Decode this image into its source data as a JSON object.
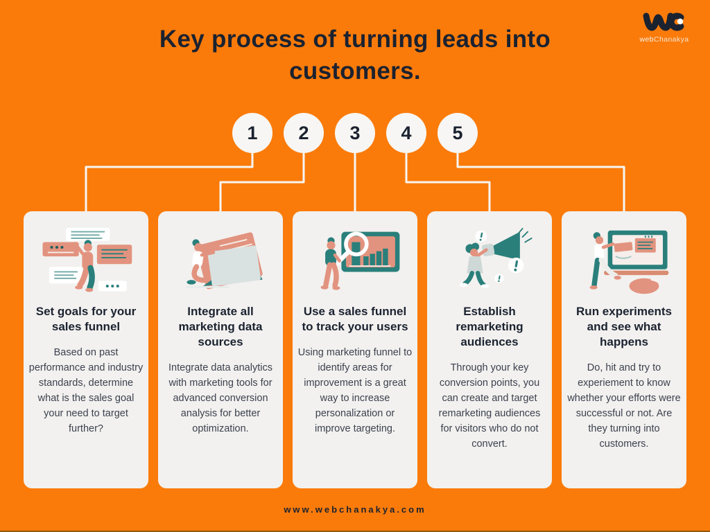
{
  "colors": {
    "background_orange": "#FA7B0A",
    "card_background": "#F2F1EF",
    "circle_background": "#F7F6F4",
    "connector_white": "#F7F6F4",
    "heading_navy": "#1B2230",
    "body_text": "#3C414E",
    "illustration_teal": "#2A7F7B",
    "illustration_salmon": "#E2937F",
    "illustration_panel": "#D9E2E1"
  },
  "header": {
    "title_line1": "Key process of turning leads into",
    "title_line2": "customers."
  },
  "logo": {
    "mark": "wc-squiggle-icon",
    "text_web": "web",
    "text_chanakya": "Chanakya"
  },
  "steps": [
    {
      "number": "1",
      "heading": "Set goals for your sales funnel",
      "body": "Based on past performance and industry standards, determine what is the sales goal your need to target further?",
      "illustration": "person-holding-chat-boxes"
    },
    {
      "number": "2",
      "heading": "Integrate all marketing data sources",
      "body": "Integrate data analytics with marketing tools for advanced conversion analysis for better optimization.",
      "illustration": "person-opening-envelope"
    },
    {
      "number": "3",
      "heading": "Use a sales funnel to track your users",
      "body": "Using marketing funnel to identify areas for improvement is a great way to increase personalization or improve targeting.",
      "illustration": "person-magnifier-bar-chart"
    },
    {
      "number": "4",
      "heading": "Establish remarketing audiences",
      "body": "Through your key conversion points, you can create and target remarketing audiences for visitors who do not convert.",
      "illustration": "person-with-megaphone"
    },
    {
      "number": "5",
      "heading": "Run experiments and see what happens",
      "body": "Do, hit and try to experiement to know whether your efforts were successful or not. Are they turning into customers.",
      "illustration": "person-at-whiteboard"
    }
  ],
  "footer": {
    "website": "www.webchanakya.com"
  }
}
